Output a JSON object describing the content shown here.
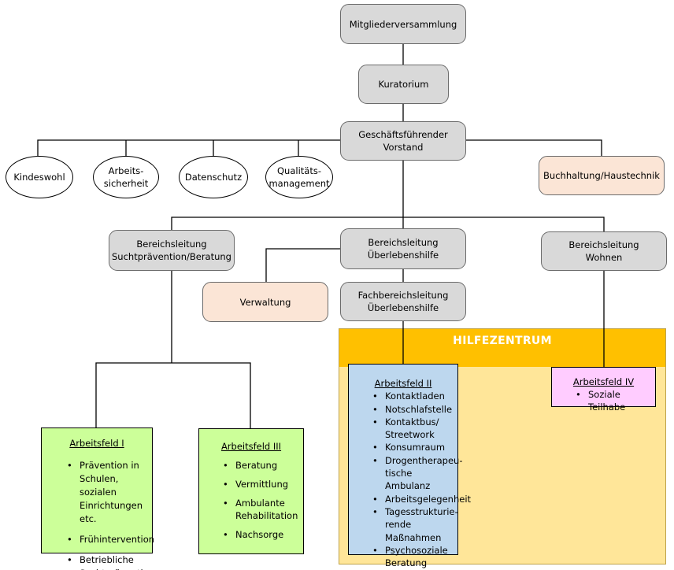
{
  "nodes": {
    "mitglieder": "Mitgliederversammlung",
    "kuratorium": "Kuratorium",
    "vorstand": "Geschäftsführender\nVorstand",
    "kindeswohl": "Kindeswohl",
    "arbeitssicherheit": "Arbeits-\nsicherheit",
    "datenschutz": "Datenschutz",
    "qualitaet": "Qualitäts-\nmanagement",
    "buchhaltung": "Buchhaltung/Haustechnik",
    "bl_sucht": "Bereichsleitung\nSuchtprävention/Beratung",
    "bl_ueberleben": "Bereichsleitung\nÜberlebenshilfe",
    "bl_wohnen": "Bereichsleitung\nWohnen",
    "verwaltung": "Verwaltung",
    "fbl_ueberleben": "Fachbereichsleitung\nÜberlebenshilfe"
  },
  "hilfezentrum": {
    "title": "HILFEZENTRUM"
  },
  "arbeitsfelder": {
    "af1": {
      "title": "Arbeitsfeld I",
      "items": [
        "Prävention in\nSchulen, sozialen\nEinrichtungen etc.",
        "Frühintervention",
        "Betriebliche\nSuchtprävention"
      ]
    },
    "af3": {
      "title": "Arbeitsfeld III",
      "items": [
        "Beratung",
        "Vermittlung",
        "Ambulante\nRehabilitation",
        "Nachsorge"
      ]
    },
    "af2": {
      "title": "Arbeitsfeld II",
      "items": [
        "Kontaktladen",
        "Notschlafstelle",
        "Kontaktbus/\nStreetwork",
        "Konsumraum",
        "Drogentherapeu-\ntische Ambulanz",
        "Arbeitsgelegenheit",
        "Tagesstrukturie-\nrende Maßnahmen",
        "Psychosoziale\nBeratung"
      ]
    },
    "af4": {
      "title": "Arbeitsfeld IV",
      "items": [
        "Soziale Teilhabe"
      ]
    }
  },
  "colors": {
    "box_grey": "#d9d9d9",
    "box_peach": "#fbe5d6",
    "hilfezentrum_band": "#ffc000",
    "hilfezentrum_bg": "#ffe699",
    "field_green": "#ccff99",
    "field_blue": "#bdd7ee",
    "field_pink": "#ffccff"
  }
}
